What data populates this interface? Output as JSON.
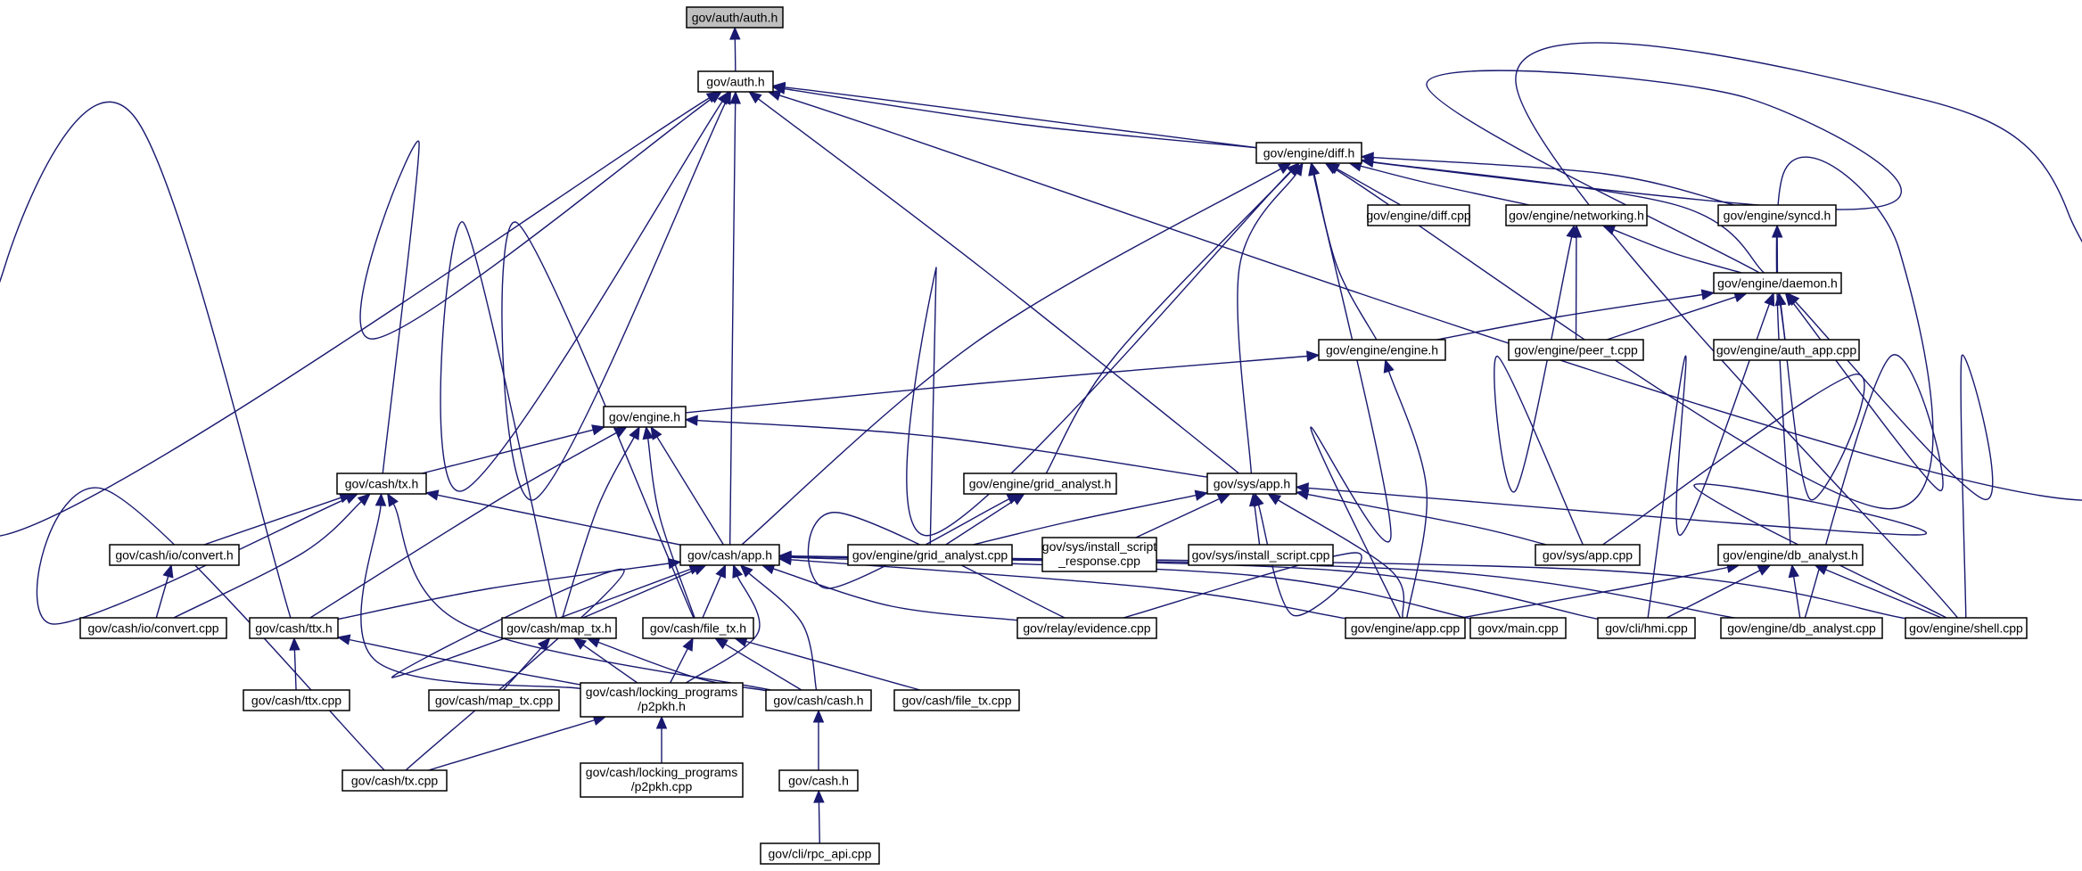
{
  "colors": {
    "edge": "#191970",
    "root_fill": "#bfbfbf",
    "node_fill": "#ffffff",
    "border": "#000000"
  },
  "nodes": [
    {
      "id": "auth_auth_h",
      "label": "gov/auth/auth.h",
      "root": true
    },
    {
      "id": "auth_h",
      "label": "gov/auth.h"
    },
    {
      "id": "diff_h",
      "label": "gov/engine/diff.h"
    },
    {
      "id": "diff_cpp",
      "label": "gov/engine/diff.cpp"
    },
    {
      "id": "networking_h",
      "label": "gov/engine/networking.h"
    },
    {
      "id": "syncd_h",
      "label": "gov/engine/syncd.h"
    },
    {
      "id": "daemon_h",
      "label": "gov/engine/daemon.h"
    },
    {
      "id": "engine_engine_h",
      "label": "gov/engine/engine.h"
    },
    {
      "id": "peer_t_cpp",
      "label": "gov/engine/peer_t.cpp"
    },
    {
      "id": "auth_app_cpp",
      "label": "gov/engine/auth_app.cpp"
    },
    {
      "id": "engine_h",
      "label": "gov/engine.h"
    },
    {
      "id": "cash_tx_h",
      "label": "gov/cash/tx.h"
    },
    {
      "id": "grid_analyst_h",
      "label": "gov/engine/grid_analyst.h"
    },
    {
      "id": "sys_app_h",
      "label": "gov/sys/app.h"
    },
    {
      "id": "io_convert_h",
      "label": "gov/cash/io/convert.h"
    },
    {
      "id": "cash_app_h",
      "label": "gov/cash/app.h"
    },
    {
      "id": "grid_analyst_cpp",
      "label": "gov/engine/grid_analyst.cpp"
    },
    {
      "id": "install_script_response_cpp",
      "label": "gov/sys/install_script\n_response.cpp"
    },
    {
      "id": "install_script_cpp",
      "label": "gov/sys/install_script.cpp"
    },
    {
      "id": "sys_app_cpp",
      "label": "gov/sys/app.cpp"
    },
    {
      "id": "db_analyst_h",
      "label": "gov/engine/db_analyst.h"
    },
    {
      "id": "io_convert_cpp",
      "label": "gov/cash/io/convert.cpp"
    },
    {
      "id": "ttx_h",
      "label": "gov/cash/ttx.h"
    },
    {
      "id": "map_tx_h",
      "label": "gov/cash/map_tx.h"
    },
    {
      "id": "file_tx_h",
      "label": "gov/cash/file_tx.h"
    },
    {
      "id": "evidence_cpp",
      "label": "gov/relay/evidence.cpp"
    },
    {
      "id": "engine_app_cpp",
      "label": "gov/engine/app.cpp"
    },
    {
      "id": "main_cpp",
      "label": "govx/main.cpp"
    },
    {
      "id": "hmi_cpp",
      "label": "gov/cli/hmi.cpp"
    },
    {
      "id": "db_analyst_cpp",
      "label": "gov/engine/db_analyst.cpp"
    },
    {
      "id": "shell_cpp",
      "label": "gov/engine/shell.cpp"
    },
    {
      "id": "ttx_cpp",
      "label": "gov/cash/ttx.cpp"
    },
    {
      "id": "map_tx_cpp",
      "label": "gov/cash/map_tx.cpp"
    },
    {
      "id": "p2pkh_h",
      "label": "gov/cash/locking_programs\n/p2pkh.h"
    },
    {
      "id": "cash_cash_h",
      "label": "gov/cash/cash.h"
    },
    {
      "id": "file_tx_cpp",
      "label": "gov/cash/file_tx.cpp"
    },
    {
      "id": "cash_tx_cpp",
      "label": "gov/cash/tx.cpp"
    },
    {
      "id": "p2pkh_cpp",
      "label": "gov/cash/locking_programs\n/p2pkh.cpp"
    },
    {
      "id": "cash_h",
      "label": "gov/cash.h"
    },
    {
      "id": "rpc_api_cpp",
      "label": "gov/cli/rpc_api.cpp"
    }
  ]
}
